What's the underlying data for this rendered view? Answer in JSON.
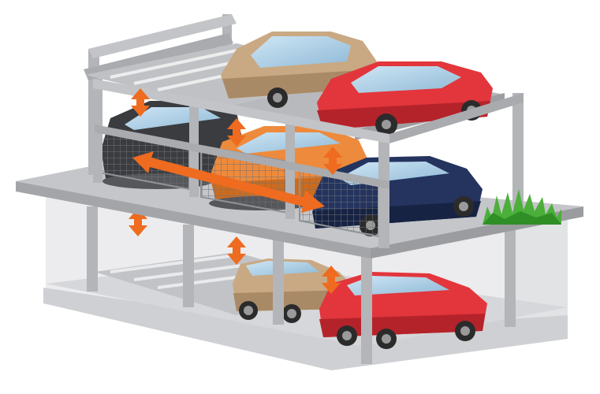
{
  "scene": {
    "description_visible_text": "",
    "colors": {
      "steel": "#b3b5b8",
      "steel_dark": "#8f9296",
      "steel_light": "#d3d5d8",
      "deck": "#a9abae",
      "deck_top": "#c4c6c9",
      "floor": "#d9dadc",
      "pit_wall": "#e4e5e7",
      "arrow": "#ee6b1f",
      "arrow_dark": "#c9550f",
      "mesh": "#7a7d82",
      "grass": "#4caf3a",
      "grass_dark": "#2f8f26"
    },
    "icons": {
      "vertical_arrow": "up-down-arrow-icon",
      "horizontal_arrow": "left-right-arrow-icon"
    },
    "cars": [
      {
        "name": "beige-car-top",
        "body": "#c9a983",
        "shade": "#a98a66"
      },
      {
        "name": "red-car-top",
        "body": "#e2363c",
        "shade": "#b5232a"
      },
      {
        "name": "black-car-middle",
        "body": "#3a3c40",
        "shade": "#222428"
      },
      {
        "name": "orange-car-middle",
        "body": "#ee8a3c",
        "shade": "#c96c22"
      },
      {
        "name": "navy-car-middle",
        "body": "#24345f",
        "shade": "#172343"
      },
      {
        "name": "beige-car-bottom",
        "body": "#c9a983",
        "shade": "#a98a66"
      },
      {
        "name": "red-car-bottom",
        "body": "#e2363c",
        "shade": "#b5232a"
      }
    ]
  }
}
